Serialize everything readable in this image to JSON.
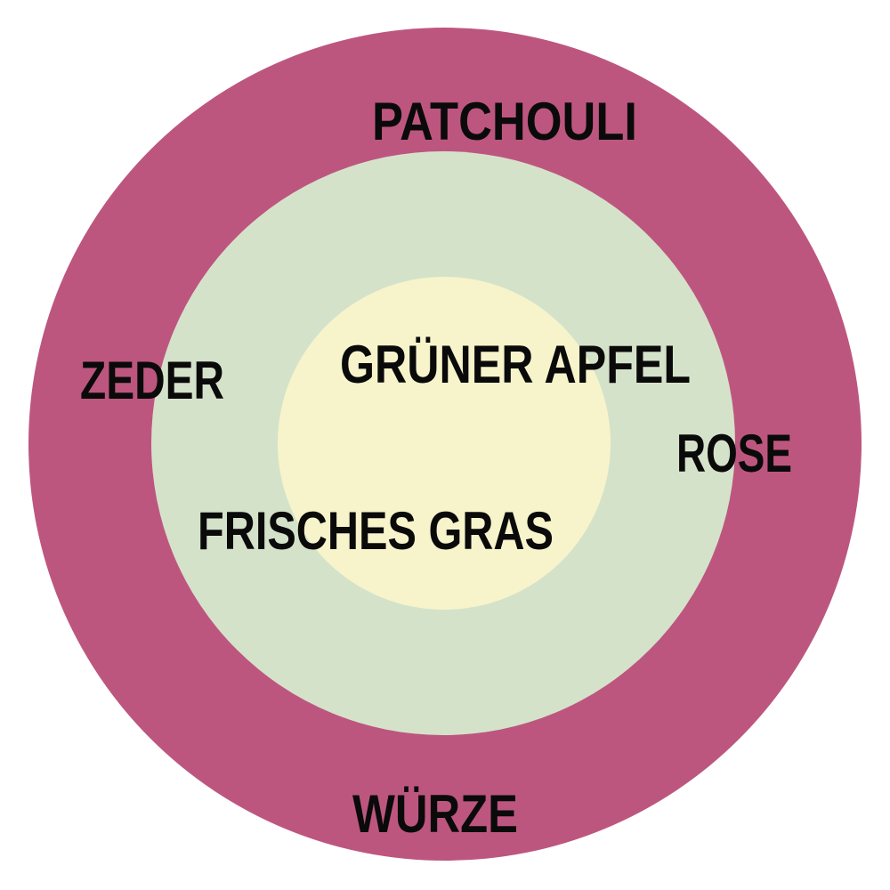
{
  "colors": {
    "outer": "#bd567f",
    "middle": "#d5e2ca",
    "inner": "#f7f4cb",
    "text": "#0a0a0a"
  },
  "rings": {
    "outer": {
      "labels": [
        "PATCHOULI",
        "ZEDER",
        "ROSE",
        "WÜRZE"
      ]
    },
    "middle": {
      "labels": [
        "FRISCHES GRAS"
      ]
    },
    "inner": {
      "labels": [
        "GRÜNER APFEL"
      ]
    }
  },
  "labels": {
    "patchouli": "PATCHOULI",
    "zeder": "ZEDER",
    "gruener_apfel": "GRÜNER APFEL",
    "rose": "ROSE",
    "frisches_gras": "FRISCHES GRAS",
    "wuerze": "WÜRZE"
  }
}
